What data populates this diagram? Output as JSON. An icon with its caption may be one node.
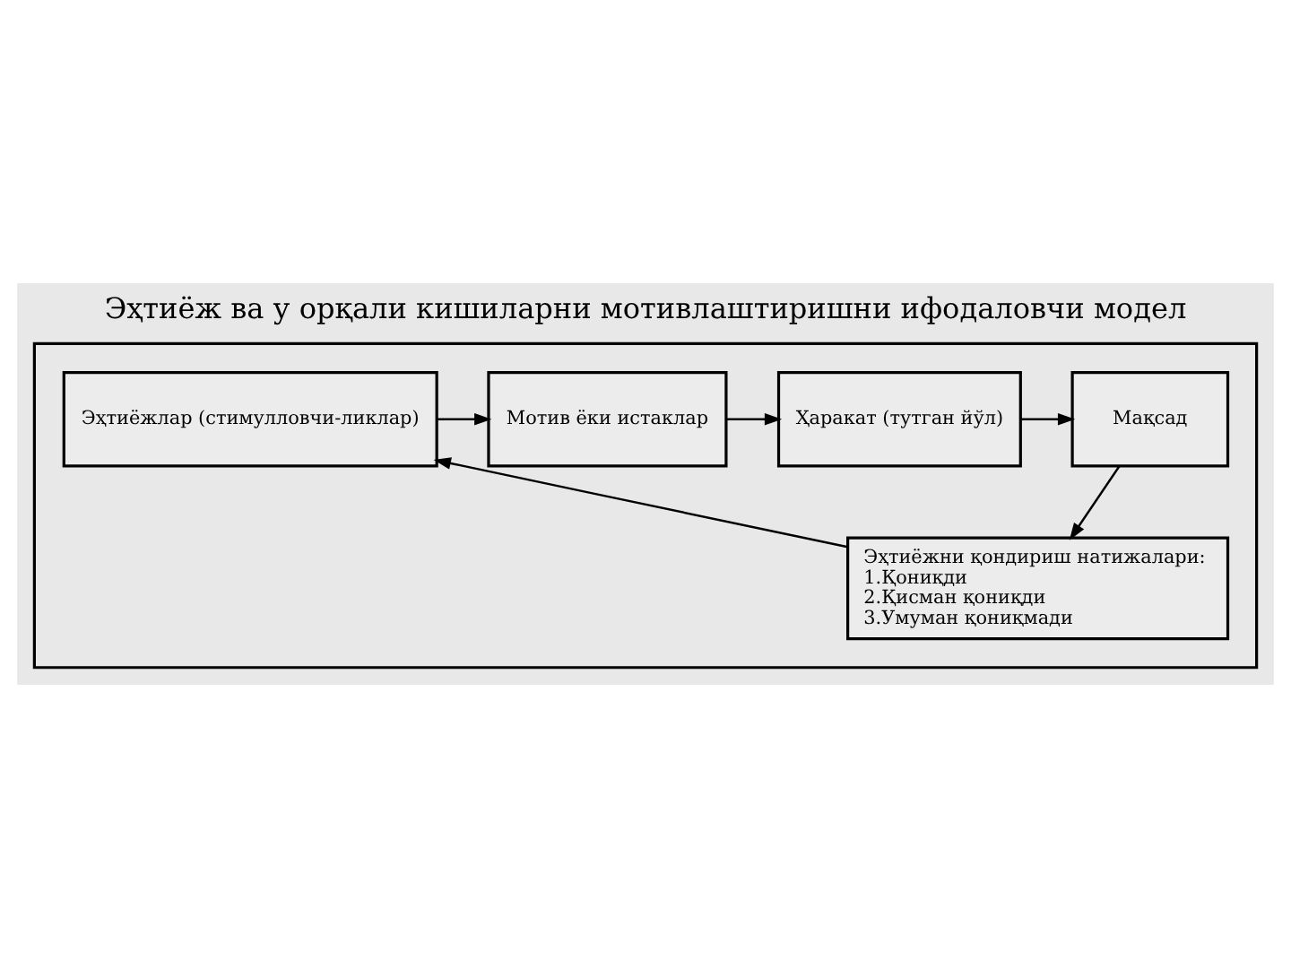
{
  "diagram": {
    "title": "Эҳтиёж ва у орқали кишиларни мотивлаштиришни ифодаловчи модел",
    "nodes": [
      {
        "text": [],
        "shape": "box"
      },
      {
        "text": [
          "Эҳтиёжлар (стимулловчи-ликлар)"
        ],
        "in": 0
      },
      {
        "text": [
          "Мотив ёки истаклар"
        ],
        "in": 0
      },
      {
        "text": [
          "Ҳаракат (тутган йўл)"
        ],
        "in": 0
      },
      {
        "text": [
          "Мақсад"
        ],
        "in": 0
      },
      {
        "text": [
          "Эҳтиёжни қондириш натижалари:",
          "1.Қониқди",
          "2.Қисман қониқди",
          "3.Умуман қониқмади"
        ],
        "in": 0
      }
    ],
    "edges": [
      {
        "from": 1,
        "to": 2,
        "arrow": "to"
      },
      {
        "from": 2,
        "to": 3,
        "arrow": "to"
      },
      {
        "from": 3,
        "to": 4,
        "arrow": "to"
      },
      {
        "from": 4,
        "to": 5,
        "arrow": "to"
      },
      {
        "from": 5,
        "to": 1,
        "arrow": "to"
      }
    ]
  }
}
